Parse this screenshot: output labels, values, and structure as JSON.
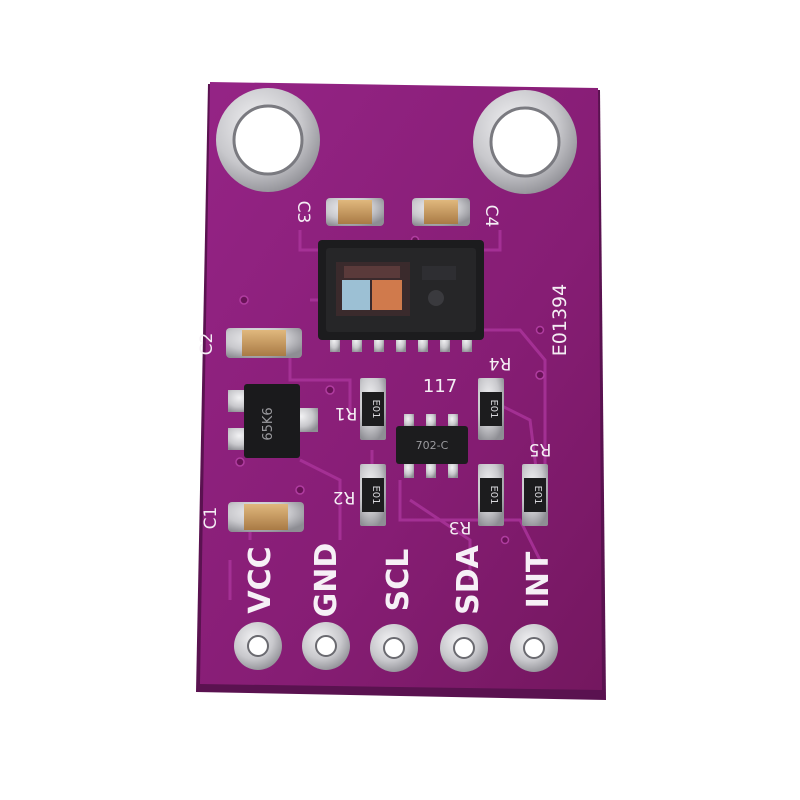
{
  "board": {
    "part_number": "E01394",
    "regulator_label": "117",
    "ic_marking": "702-C",
    "transistor_marking": "65K6",
    "resistor_marking": "E01"
  },
  "components": {
    "capacitors": [
      "C3",
      "C4",
      "C2",
      "C1"
    ],
    "resistors": [
      "R1",
      "R2",
      "R3",
      "R4",
      "R5"
    ]
  },
  "pins": [
    "VCC",
    "GND",
    "SCL",
    "SDA",
    "INT"
  ],
  "colors": {
    "pcb": "#8a1f78",
    "pcb_dark": "#6e1660",
    "trace": "#a33090",
    "silkscreen": "#f4eef4",
    "pad": "#c8c8cc",
    "cap_body": "#c99a5e",
    "chip_body": "#1c1c1e",
    "background": "#ffffff"
  }
}
